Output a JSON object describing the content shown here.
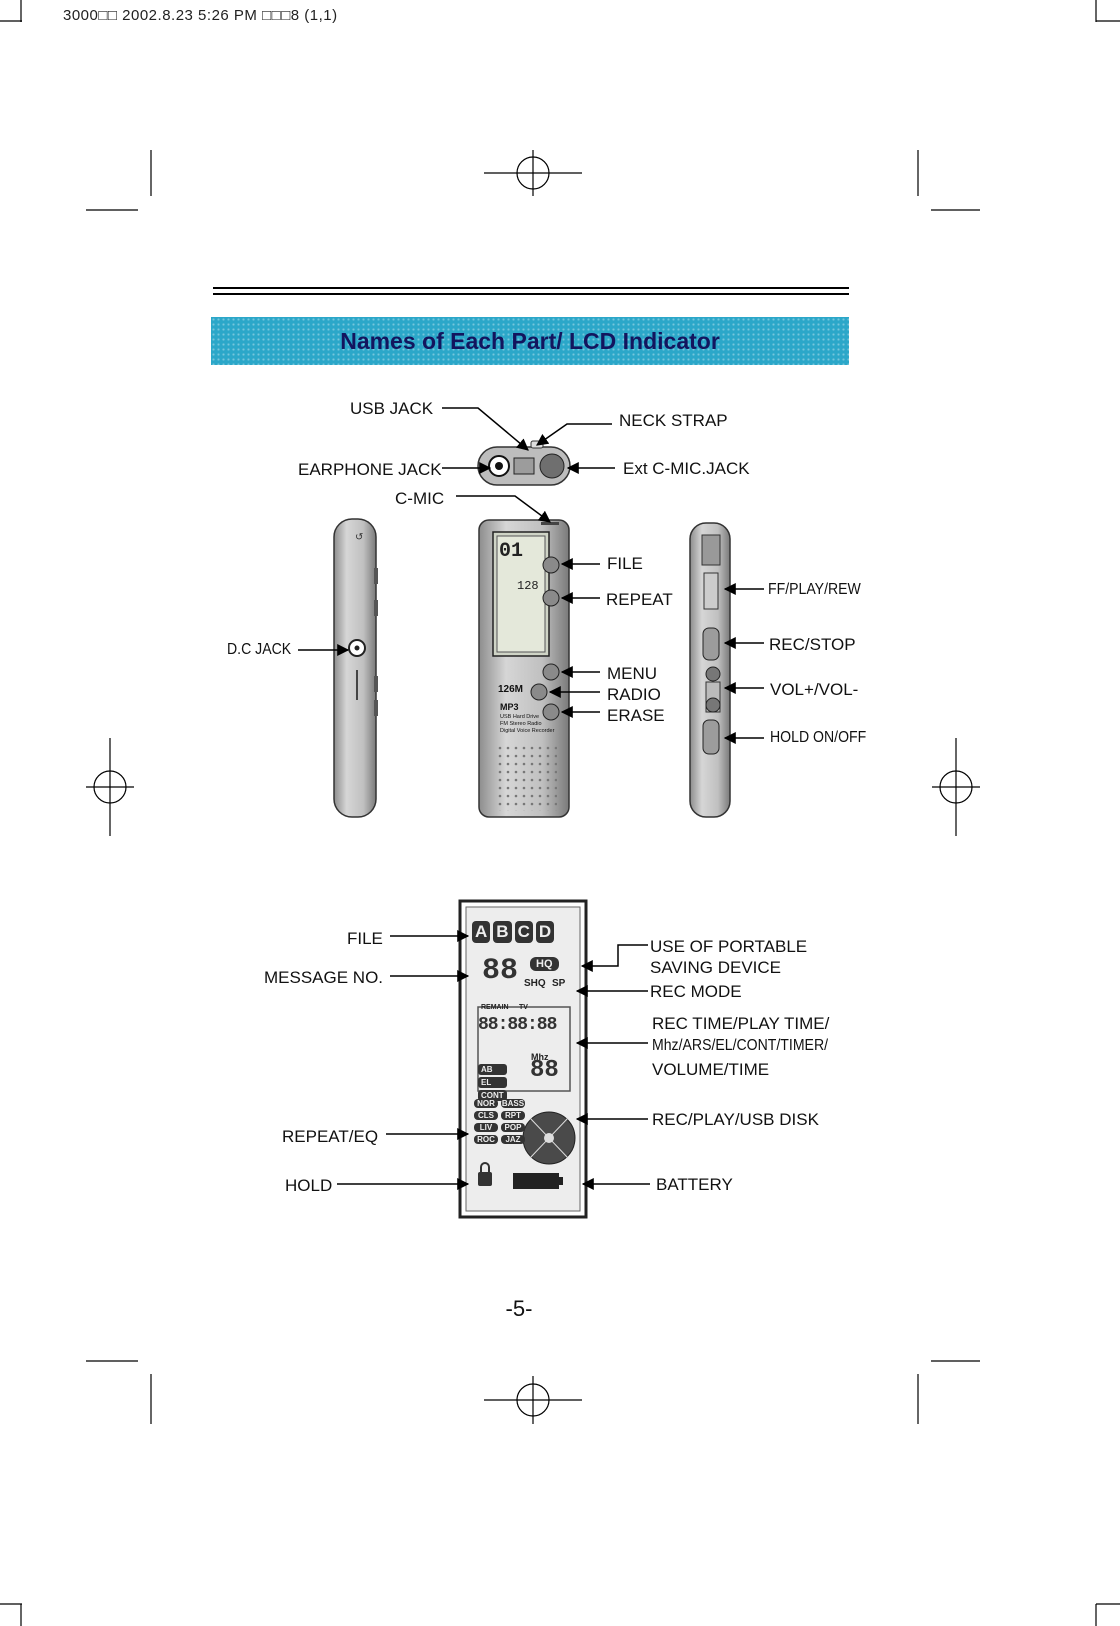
{
  "print_header": "3000□□ 2002.8.23 5:26 PM □□□8 (1,1)",
  "section_title": "Names of Each Part/ LCD Indicator",
  "top_labels": {
    "usb_jack": "USB JACK",
    "neck_strap": "NECK STRAP",
    "earphone_jack": "EARPHONE JACK",
    "ext_c_mic_jack": "Ext C-MIC.JACK",
    "c_mic": "C-MIC",
    "file": "FILE",
    "repeat": "REPEAT",
    "ff_play_rew": "FF/PLAY/REW",
    "rec_stop": "REC/STOP",
    "dc_jack": "D.C JACK",
    "menu": "MENU",
    "radio": "RADIO",
    "erase": "ERASE",
    "vol": "VOL+/VOL-",
    "hold_on_off": "HOLD ON/OFF"
  },
  "device_front": {
    "capacity": "126M",
    "format": "MP3",
    "desc_lines": [
      "USB Hard Drive",
      "FM Stereo Radio",
      "Digital Voice Recorder"
    ],
    "side_tags": [
      "FILE",
      "REPEAT",
      "MENU",
      "RADIO",
      "ERASE"
    ],
    "lcd_digits": "01",
    "lcd_sub": "128"
  },
  "lcd_labels": {
    "file": "FILE",
    "message_no": "MESSAGE NO.",
    "repeat_eq": "REPEAT/EQ",
    "hold": "HOLD",
    "portable_line1": "USE OF PORTABLE",
    "portable_line2": "SAVING DEVICE",
    "rec_mode": "REC MODE",
    "rec_time_line1": "REC TIME/PLAY TIME/",
    "rec_time_line2": "Mhz/ARS/EL/CONT/TIMER/",
    "rec_time_line3": "VOLUME/TIME",
    "rec_play_usb": "REC/PLAY/USB DISK",
    "battery": "BATTERY"
  },
  "lcd_panel": {
    "letters": [
      "A",
      "B",
      "C",
      "D"
    ],
    "mode_tags": [
      "HQ",
      "SHQ",
      "SP"
    ],
    "remain": "REMAIN",
    "tv": "TV",
    "digits": "88:88:88",
    "mhz": "Mhz",
    "big_digits": "88",
    "eq_tags": [
      "NOR",
      "BASS",
      "CLS",
      "RPT",
      "LIV",
      "POP",
      "ROC",
      "JAZ"
    ],
    "ab_tags": [
      "AB",
      "EL",
      "CONT"
    ]
  },
  "page_number": "-5-"
}
